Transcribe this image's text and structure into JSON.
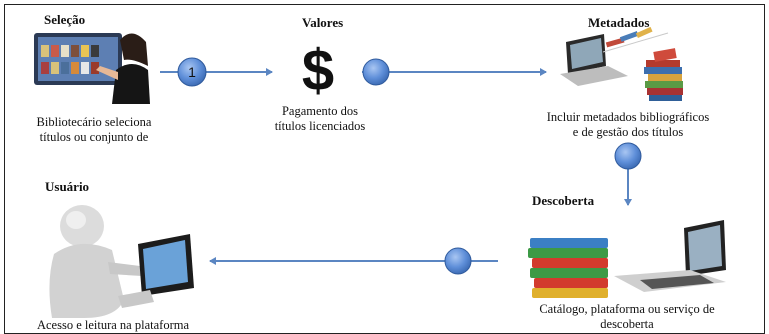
{
  "steps": {
    "selection": {
      "title": "Seleção",
      "caption_line1": "Bibliotecário seleciona",
      "caption_line2": "títulos ou conjunto de"
    },
    "values": {
      "title": "Valores",
      "caption_line1": "Pagamento dos",
      "caption_line2": "títulos licenciados"
    },
    "metadata": {
      "title": "Metadados",
      "caption_line1": "Incluir metadados bibliográficos",
      "caption_line2": "e de gestão dos títulos"
    },
    "discovery": {
      "title": "Descoberta",
      "caption_line1": "Catálogo, plataforma ou serviço de",
      "caption_line2": "descoberta"
    },
    "user": {
      "title": "Usuário",
      "caption_line1": "Acesso e leitura na plataforma"
    }
  },
  "step_badge": "1",
  "icons": {
    "selection": "touchscreen-person-icon",
    "values": "dollar-icon",
    "metadata": "laptop-books-icon",
    "discovery": "books-laptop-icon",
    "user": "person-tablet-icon"
  },
  "colors": {
    "arrow": "#5b86c2",
    "node_fill": "#5f8fd9",
    "node_stroke": "#2f5a9c",
    "text": "#111111"
  }
}
